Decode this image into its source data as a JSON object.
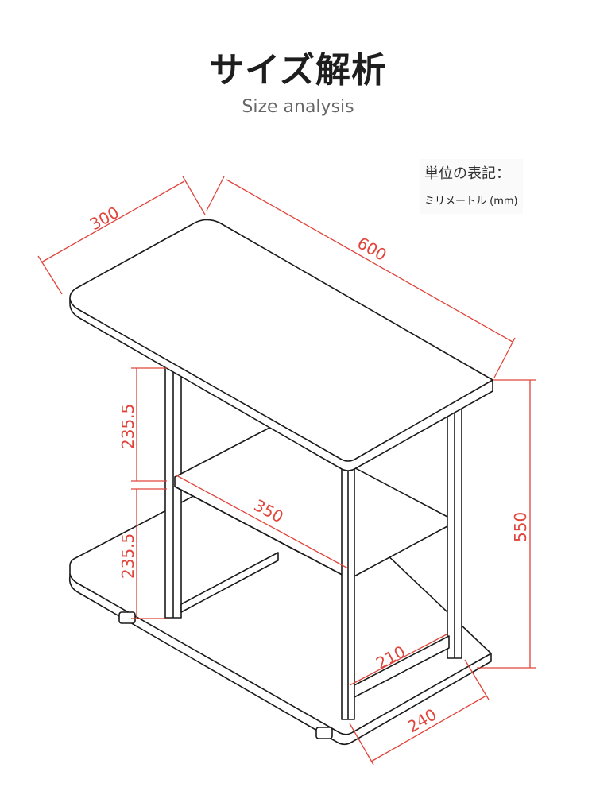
{
  "header": {
    "title": "サイズ解析",
    "subtitle": "Size analysis"
  },
  "unit_note": {
    "label": "単位の表記：",
    "unit": "ミリメートル (mm)"
  },
  "dimensions": {
    "depth_top": "300",
    "width_top": "600",
    "height_total": "550",
    "upper_gap": "235.5",
    "lower_gap": "235.5",
    "shelf_width": "350",
    "shelf_depth": "210",
    "base_depth": "240"
  },
  "colors": {
    "dimension": "#e0443a",
    "outline": "#1a1a1a"
  }
}
